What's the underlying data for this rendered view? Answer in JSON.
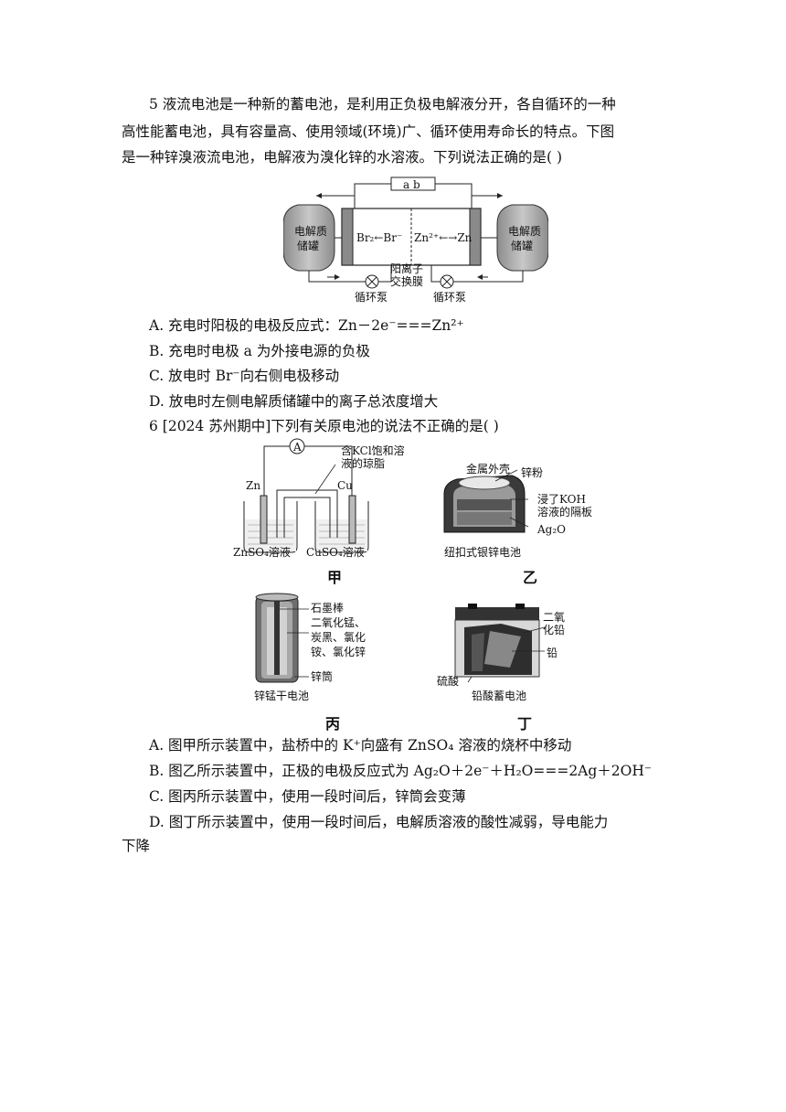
{
  "q5": {
    "line1": "5  液流电池是一种新的蓄电池，是利用正负极电解液分开，各自循环的一种",
    "line2": "高性能蓄电池，具有容量高、使用领域(环境)广、循环使用寿命长的特点。下图",
    "line3": "是一种锌溴液流电池，电解液为溴化锌的水溶液。下列说法正确的是(        )",
    "diagram": {
      "left_tank": [
        "电解质",
        "储罐"
      ],
      "right_tank": [
        "电解质",
        "储罐"
      ],
      "terminals": "a  b",
      "left_reaction": "Br₂←Br⁻",
      "right_reaction": "Zn²⁺←→Zn",
      "membrane": [
        "阳离子",
        "交换膜"
      ],
      "pump_left": "循环泵",
      "pump_right": "循环泵"
    },
    "options": {
      "A": "A.  充电时阳极的电极反应式：Zn－2e⁻===Zn²⁺",
      "B": "B.  充电时电极 a 为外接电源的负极",
      "C": "C.  放电时 Br⁻向右侧电极移动",
      "D": "D.  放电时左侧电解质储罐中的离子总浓度增大"
    }
  },
  "q6": {
    "line1": "6 [2024 苏州期中]下列有关原电池的说法不正确的是(        )",
    "fig_jia": {
      "meter": "A",
      "salt_bridge": [
        "含KCl饱和溶",
        "液的琼脂"
      ],
      "zn": "Zn",
      "cu": "Cu",
      "left_sol": "ZnSO₄溶液",
      "right_sol": "CuSO₄溶液",
      "caption": "甲"
    },
    "fig_yi": {
      "shell": "金属外壳",
      "zinc": "锌粉",
      "sep": [
        "浸了KOH",
        "溶液的隔板"
      ],
      "ag2o": "Ag₂O",
      "name": "纽扣式银锌电池",
      "caption": "乙"
    },
    "fig_bing": {
      "rod": "石墨棒",
      "mix": [
        "二氧化锰、",
        "炭黑、氯化",
        "铵、氯化锌"
      ],
      "can": "锌筒",
      "name": "锌锰干电池",
      "caption": "丙"
    },
    "fig_ding": {
      "pbo2": [
        "二氧",
        "化铅"
      ],
      "pb": "铅",
      "acid": "硫酸",
      "name": "铅酸蓄电池",
      "caption": "丁"
    },
    "options": {
      "A": "A.  图甲所示装置中，盐桥中的 K⁺向盛有 ZnSO₄ 溶液的烧杯中移动",
      "B": "B.  图乙所示装置中，正极的电极反应式为 Ag₂O＋2e⁻＋H₂O===2Ag＋2OH⁻",
      "C": "C.  图丙所示装置中，使用一段时间后，锌筒会变薄",
      "D1": "D.  图丁所示装置中，使用一段时间后，电解质溶液的酸性减弱，导电能力",
      "D2": "下降"
    }
  }
}
